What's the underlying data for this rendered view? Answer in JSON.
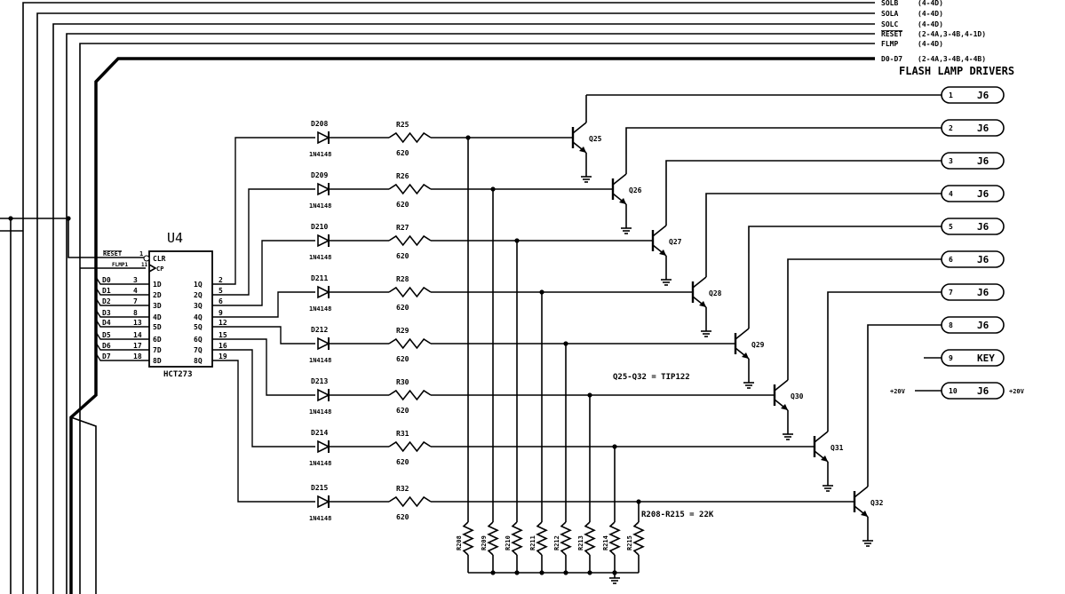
{
  "title": "FLASH LAMP DRIVERS",
  "colors": {
    "ink": "#000000",
    "paper": "#ffffff"
  },
  "signals": [
    {
      "name": "SOLB",
      "ref": "(4-4D)"
    },
    {
      "name": "SOLA",
      "ref": "(4-4D)"
    },
    {
      "name": "SOLC",
      "ref": "(4-4D)"
    },
    {
      "name": "RESET",
      "ref": "(2-4A,3-4B,4-1D)"
    },
    {
      "name": "FLMP",
      "ref": "(4-4D)"
    },
    {
      "name": "D0-D7",
      "ref": "(2-4A,3-4B,4-4B)"
    }
  ],
  "ic": {
    "ref": "U4",
    "part": "HCT273",
    "clr_pin": {
      "label": "CLR",
      "num": "1",
      "net": "RESET"
    },
    "cp_pin": {
      "label": "CP",
      "num": "11",
      "net": "FLMP1"
    },
    "inputs": [
      {
        "net": "D0",
        "num": "3",
        "label": "1D"
      },
      {
        "net": "D1",
        "num": "4",
        "label": "2D"
      },
      {
        "net": "D2",
        "num": "7",
        "label": "3D"
      },
      {
        "net": "D3",
        "num": "8",
        "label": "4D"
      },
      {
        "net": "D4",
        "num": "13",
        "label": "5D"
      },
      {
        "net": "D5",
        "num": "14",
        "label": "6D"
      },
      {
        "net": "D6",
        "num": "17",
        "label": "7D"
      },
      {
        "net": "D7",
        "num": "18",
        "label": "8D"
      }
    ],
    "outputs": [
      {
        "label": "1Q",
        "num": "2"
      },
      {
        "label": "2Q",
        "num": "5"
      },
      {
        "label": "3Q",
        "num": "6"
      },
      {
        "label": "4Q",
        "num": "9"
      },
      {
        "label": "5Q",
        "num": "12"
      },
      {
        "label": "6Q",
        "num": "15"
      },
      {
        "label": "7Q",
        "num": "16"
      },
      {
        "label": "8Q",
        "num": "19"
      }
    ]
  },
  "channels": [
    {
      "diode": "D208",
      "diode_part": "1N4148",
      "resistor": "R25",
      "value": "620",
      "transistor": "Q25",
      "pulldown": "R208"
    },
    {
      "diode": "D209",
      "diode_part": "1N4148",
      "resistor": "R26",
      "value": "620",
      "transistor": "Q26",
      "pulldown": "R209"
    },
    {
      "diode": "D210",
      "diode_part": "1N4148",
      "resistor": "R27",
      "value": "620",
      "transistor": "Q27",
      "pulldown": "R210"
    },
    {
      "diode": "D211",
      "diode_part": "1N4148",
      "resistor": "R28",
      "value": "620",
      "transistor": "Q28",
      "pulldown": "R211"
    },
    {
      "diode": "D212",
      "diode_part": "1N4148",
      "resistor": "R29",
      "value": "620",
      "transistor": "Q29",
      "pulldown": "R212"
    },
    {
      "diode": "D213",
      "diode_part": "1N4148",
      "resistor": "R30",
      "value": "620",
      "transistor": "Q30",
      "pulldown": "R213"
    },
    {
      "diode": "D214",
      "diode_part": "1N4148",
      "resistor": "R31",
      "value": "620",
      "transistor": "Q31",
      "pulldown": "R214"
    },
    {
      "diode": "D215",
      "diode_part": "1N4148",
      "resistor": "R32",
      "value": "620",
      "transistor": "Q32",
      "pulldown": "R215"
    }
  ],
  "connectors": [
    {
      "pin": "1",
      "label": "J6"
    },
    {
      "pin": "2",
      "label": "J6"
    },
    {
      "pin": "3",
      "label": "J6"
    },
    {
      "pin": "4",
      "label": "J6"
    },
    {
      "pin": "5",
      "label": "J6"
    },
    {
      "pin": "6",
      "label": "J6"
    },
    {
      "pin": "7",
      "label": "J6"
    },
    {
      "pin": "8",
      "label": "J6"
    },
    {
      "pin": "9",
      "label": "KEY"
    },
    {
      "pin": "10",
      "label": "J6",
      "left_net": "+20V",
      "right_net": "+20V"
    }
  ],
  "notes": {
    "transistors": "Q25-Q32 = TIP122",
    "pulldowns": "R208-R215 = 22K"
  }
}
